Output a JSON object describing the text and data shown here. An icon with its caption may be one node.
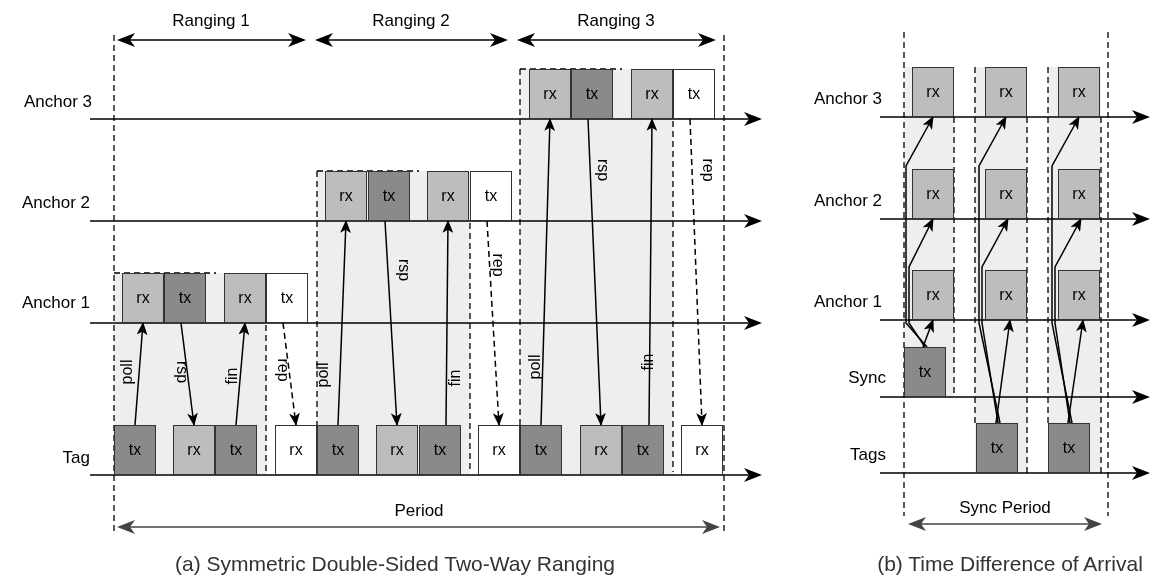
{
  "diagram": {
    "nodes": [
      {
        "text": [
          "rx"
        ]
      },
      {
        "text": [
          "tx"
        ]
      },
      {
        "text": [
          "rx"
        ]
      },
      {
        "text": [
          "tx"
        ]
      },
      {
        "text": [
          "rx"
        ]
      },
      {
        "text": [
          "tx"
        ]
      },
      {
        "text": [
          "rx"
        ]
      },
      {
        "text": [
          "tx"
        ]
      },
      {
        "text": [
          "rx"
        ]
      },
      {
        "text": [
          "tx"
        ]
      },
      {
        "text": [
          "rx"
        ]
      },
      {
        "text": [
          "tx"
        ]
      },
      {
        "text": [
          "tx"
        ]
      },
      {
        "text": [
          "rx"
        ]
      },
      {
        "text": [
          "tx"
        ]
      },
      {
        "text": [
          "rx"
        ]
      },
      {
        "text": [
          "tx"
        ]
      },
      {
        "text": [
          "rx"
        ]
      },
      {
        "text": [
          "tx"
        ]
      },
      {
        "text": [
          "rx"
        ]
      },
      {
        "text": [
          "tx"
        ]
      },
      {
        "text": [
          "rx"
        ]
      },
      {
        "text": [
          "tx"
        ]
      },
      {
        "text": [
          "rx"
        ]
      },
      {
        "text": [
          "rx"
        ]
      },
      {
        "text": [
          "rx"
        ]
      },
      {
        "text": [
          "rx"
        ]
      },
      {
        "text": [
          "rx"
        ]
      },
      {
        "text": [
          "rx"
        ]
      },
      {
        "text": [
          "rx"
        ]
      },
      {
        "text": [
          "rx"
        ]
      },
      {
        "text": [
          "rx"
        ]
      },
      {
        "text": [
          "rx"
        ]
      },
      {
        "text": [
          "tx"
        ]
      },
      {
        "text": [
          "tx"
        ]
      },
      {
        "text": [
          "tx"
        ]
      }
    ],
    "edges": [
      {
        "from": 12,
        "to": 8,
        "arrow": "to",
        "label": "poll"
      },
      {
        "from": 9,
        "to": 13,
        "arrow": "to",
        "label": "rsp"
      },
      {
        "from": 14,
        "to": 10,
        "arrow": "to",
        "label": "fin"
      },
      {
        "from": 11,
        "to": 15,
        "arrow": "to",
        "label": "rep",
        "style": "dashed"
      },
      {
        "from": 16,
        "to": 4,
        "arrow": "to",
        "label": "poll"
      },
      {
        "from": 5,
        "to": 17,
        "arrow": "to",
        "label": "rsp"
      },
      {
        "from": 18,
        "to": 6,
        "arrow": "to",
        "label": "fin"
      },
      {
        "from": 7,
        "to": 19,
        "arrow": "to",
        "label": "rep",
        "style": "dashed"
      },
      {
        "from": 20,
        "to": 0,
        "arrow": "to",
        "label": "poll"
      },
      {
        "from": 1,
        "to": 21,
        "arrow": "to",
        "label": "rsp"
      },
      {
        "from": 22,
        "to": 2,
        "arrow": "to",
        "label": "fin"
      },
      {
        "from": 3,
        "to": 23,
        "arrow": "to",
        "label": "rep",
        "style": "dashed"
      },
      {
        "from": 33,
        "to": 30,
        "arrow": "to"
      },
      {
        "from": 33,
        "to": 27,
        "arrow": "to"
      },
      {
        "from": 33,
        "to": 24,
        "arrow": "to"
      },
      {
        "from": 34,
        "to": 31,
        "arrow": "to"
      },
      {
        "from": 34,
        "to": 28,
        "arrow": "to"
      },
      {
        "from": 34,
        "to": 25,
        "arrow": "to"
      },
      {
        "from": 35,
        "to": 32,
        "arrow": "to"
      },
      {
        "from": 35,
        "to": 29,
        "arrow": "to"
      },
      {
        "from": 35,
        "to": 26,
        "arrow": "to"
      }
    ],
    "labels": [
      "Ranging 1",
      "Ranging 2",
      "Ranging 3",
      "Anchor 3",
      "Anchor 2",
      "Anchor 1",
      "Tag",
      "Period",
      "Anchor 3",
      "Anchor 2",
      "Anchor 1",
      "Sync",
      "Tags",
      "Sync Period",
      "(a) Symmetric Double-Sided Two-Way Ranging",
      "(b) Time Difference of Arrival"
    ]
  }
}
